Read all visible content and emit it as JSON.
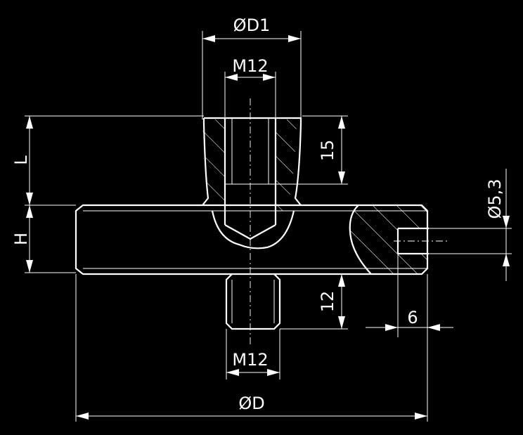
{
  "drawing": {
    "background_color": "#000000",
    "line_color": "#ffffff"
  },
  "dimensions": {
    "dia_d1": "ØD1",
    "thread_top": "M12",
    "depth_15": "15",
    "dim_l": "L",
    "dim_h": "H",
    "dia_hole": "Ø5,3",
    "depth_12": "12",
    "thread_bottom": "M12",
    "offset_6": "6",
    "dia_d": "ØD"
  }
}
